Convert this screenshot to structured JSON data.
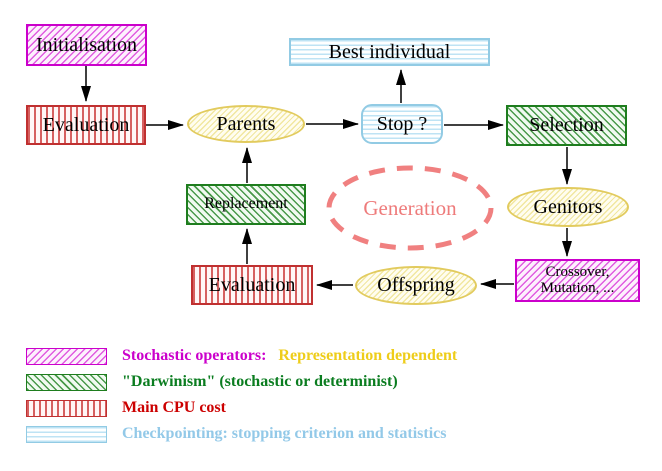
{
  "nodes": {
    "initialisation": "Initialisation",
    "evaluation_top": "Evaluation",
    "parents": "Parents",
    "best_individual": "Best individual",
    "stop": "Stop ?",
    "selection": "Selection",
    "replacement": "Replacement",
    "generation": "Generation",
    "genitors": "Genitors",
    "crossover_line1": "Crossover,",
    "crossover_line2": "Mutation, ...",
    "evaluation_bottom": "Evaluation",
    "offspring": "Offspring"
  },
  "legend": {
    "rows": [
      {
        "label": "Stochastic operators:",
        "label2": "Representation dependent"
      },
      {
        "label": "\"Darwinism\" (stochastic or determinist)",
        "label2": ""
      },
      {
        "label": "Main CPU cost",
        "label2": ""
      },
      {
        "label": "Checkpointing: stopping criterion and statistics",
        "label2": ""
      }
    ]
  },
  "colors": {
    "stochastic_magenta": "#CC00CC",
    "darwinism_green": "#1E7D1E",
    "cpu_red": "#C03030",
    "checkpoint_blue": "#93C9E8",
    "operator_yellow": "#E2CB5E",
    "generation_coral": "#EE7B7B",
    "representation_gold": "#EECD1A",
    "arrow_black": "#000000"
  }
}
